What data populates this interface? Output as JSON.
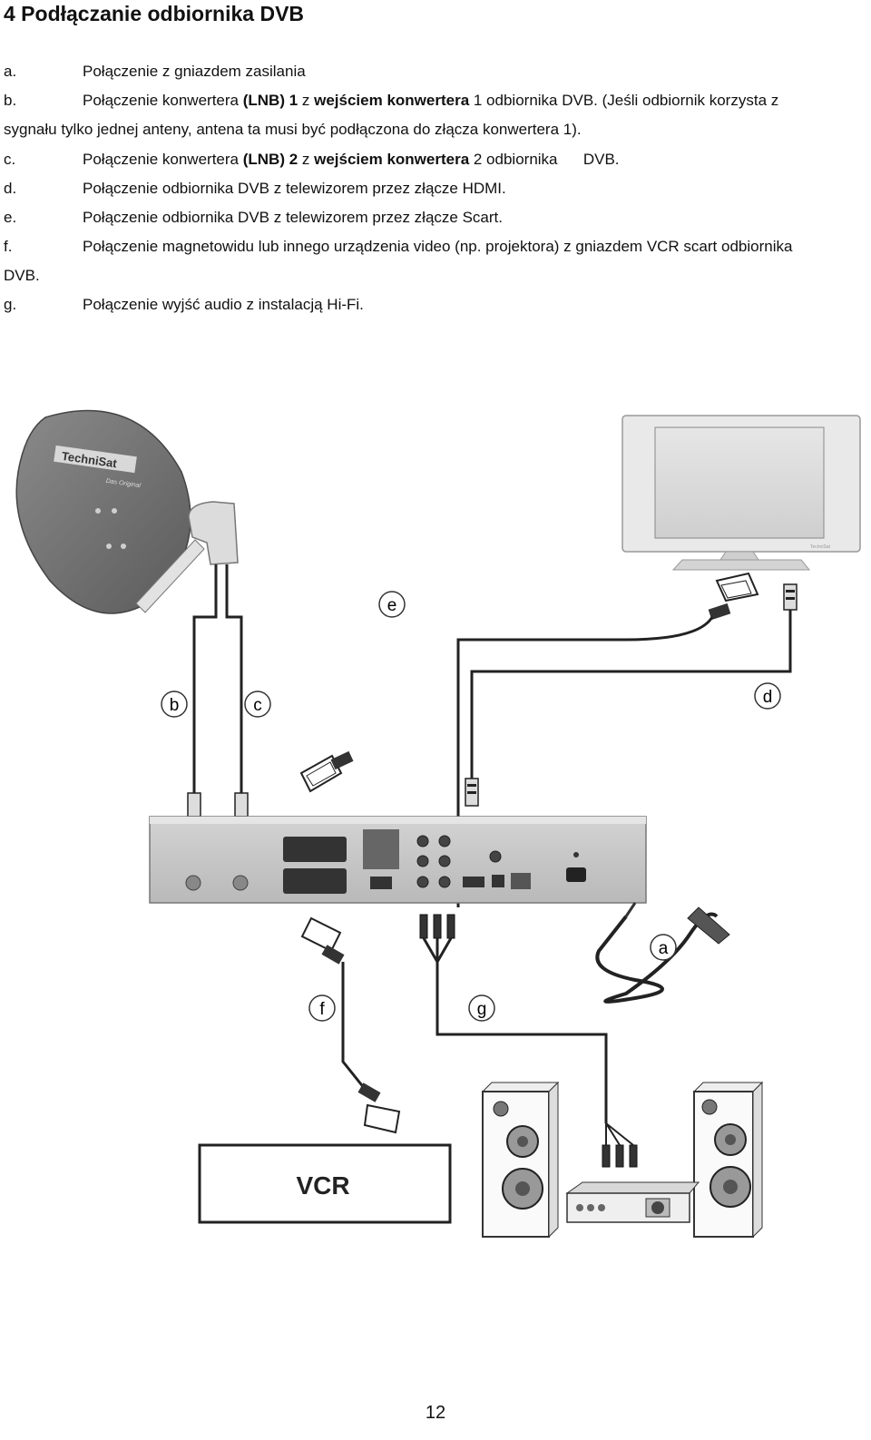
{
  "heading": "4  Podłączanie odbiornika DVB",
  "items": {
    "a": {
      "letter": "a.",
      "text": "Połączenie z gniazdem zasilania"
    },
    "b": {
      "letter": "b.",
      "pre": "Połączenie konwertera ",
      "b1": "(LNB) 1",
      "mid": " z ",
      "b2": "wejściem konwertera",
      "post": " 1 odbiornika DVB. (Jeśli odbiornik korzysta z",
      "cont": "sygnału tylko jednej anteny, antena ta musi być podłączona do złącza konwertera 1)."
    },
    "c": {
      "letter": "c.",
      "pre": "Połączenie konwertera ",
      "b1": "(LNB) 2",
      "mid": " z ",
      "b2": "wejściem konwertera",
      "post": " 2 odbiornika      DVB."
    },
    "d": {
      "letter": "d.",
      "text": "Połączenie odbiornika DVB z telewizorem przez złącze HDMI."
    },
    "e": {
      "letter": "e.",
      "text": "Połączenie odbiornika DVB z telewizorem przez złącze Scart."
    },
    "f": {
      "letter": "f.",
      "text": "Połączenie magnetowidu lub innego urządzenia video (np. projektora) z gniazdem VCR scart odbiornika",
      "cont": "DVB."
    },
    "g": {
      "letter": "g.",
      "text": "Połączenie wyjść audio z instalacją Hi-Fi."
    }
  },
  "diagram": {
    "dish_logo": "TechniSat",
    "dish_tagline": "Das Original",
    "tv_brand": "TechniSat",
    "vcr_label": "VCR",
    "callouts": [
      "a",
      "b",
      "c",
      "d",
      "e",
      "f",
      "g"
    ]
  },
  "page_number": "12"
}
